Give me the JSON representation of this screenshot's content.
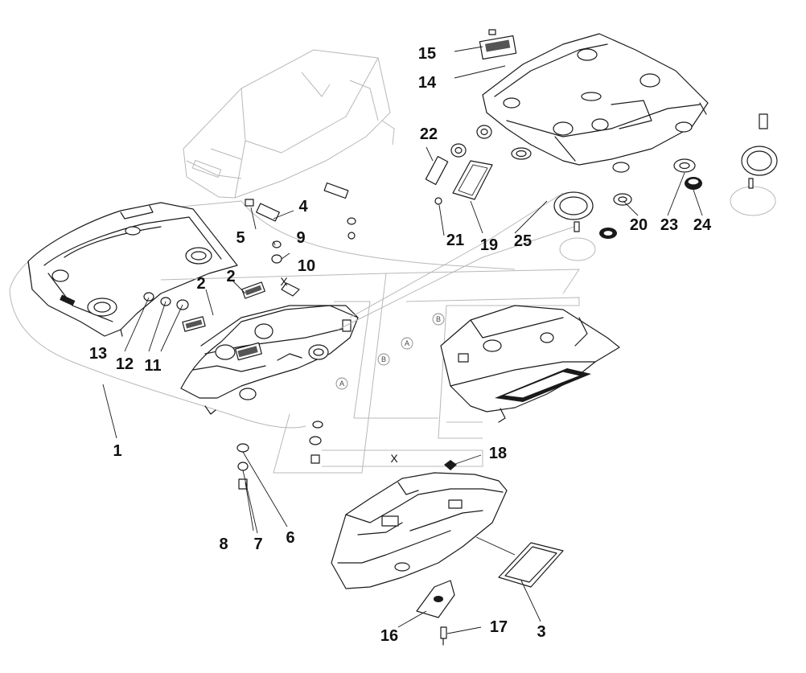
{
  "callouts": {
    "c1": "1",
    "c2a": "2",
    "c2b": "2",
    "c3": "3",
    "c4": "4",
    "c5": "5",
    "c6": "6",
    "c7": "7",
    "c8": "8",
    "c9": "9",
    "c10": "10",
    "c11": "11",
    "c12": "12",
    "c13": "13",
    "c14": "14",
    "c15": "15",
    "c16": "16",
    "c17": "17",
    "c18": "18",
    "c19": "19",
    "c20": "20",
    "c21": "21",
    "c22": "22",
    "c23": "23",
    "c24": "24",
    "c25": "25"
  },
  "references": {
    "a1": "A",
    "a2": "A",
    "b1": "B",
    "b2": "B",
    "x1": "X",
    "x2": "X"
  }
}
